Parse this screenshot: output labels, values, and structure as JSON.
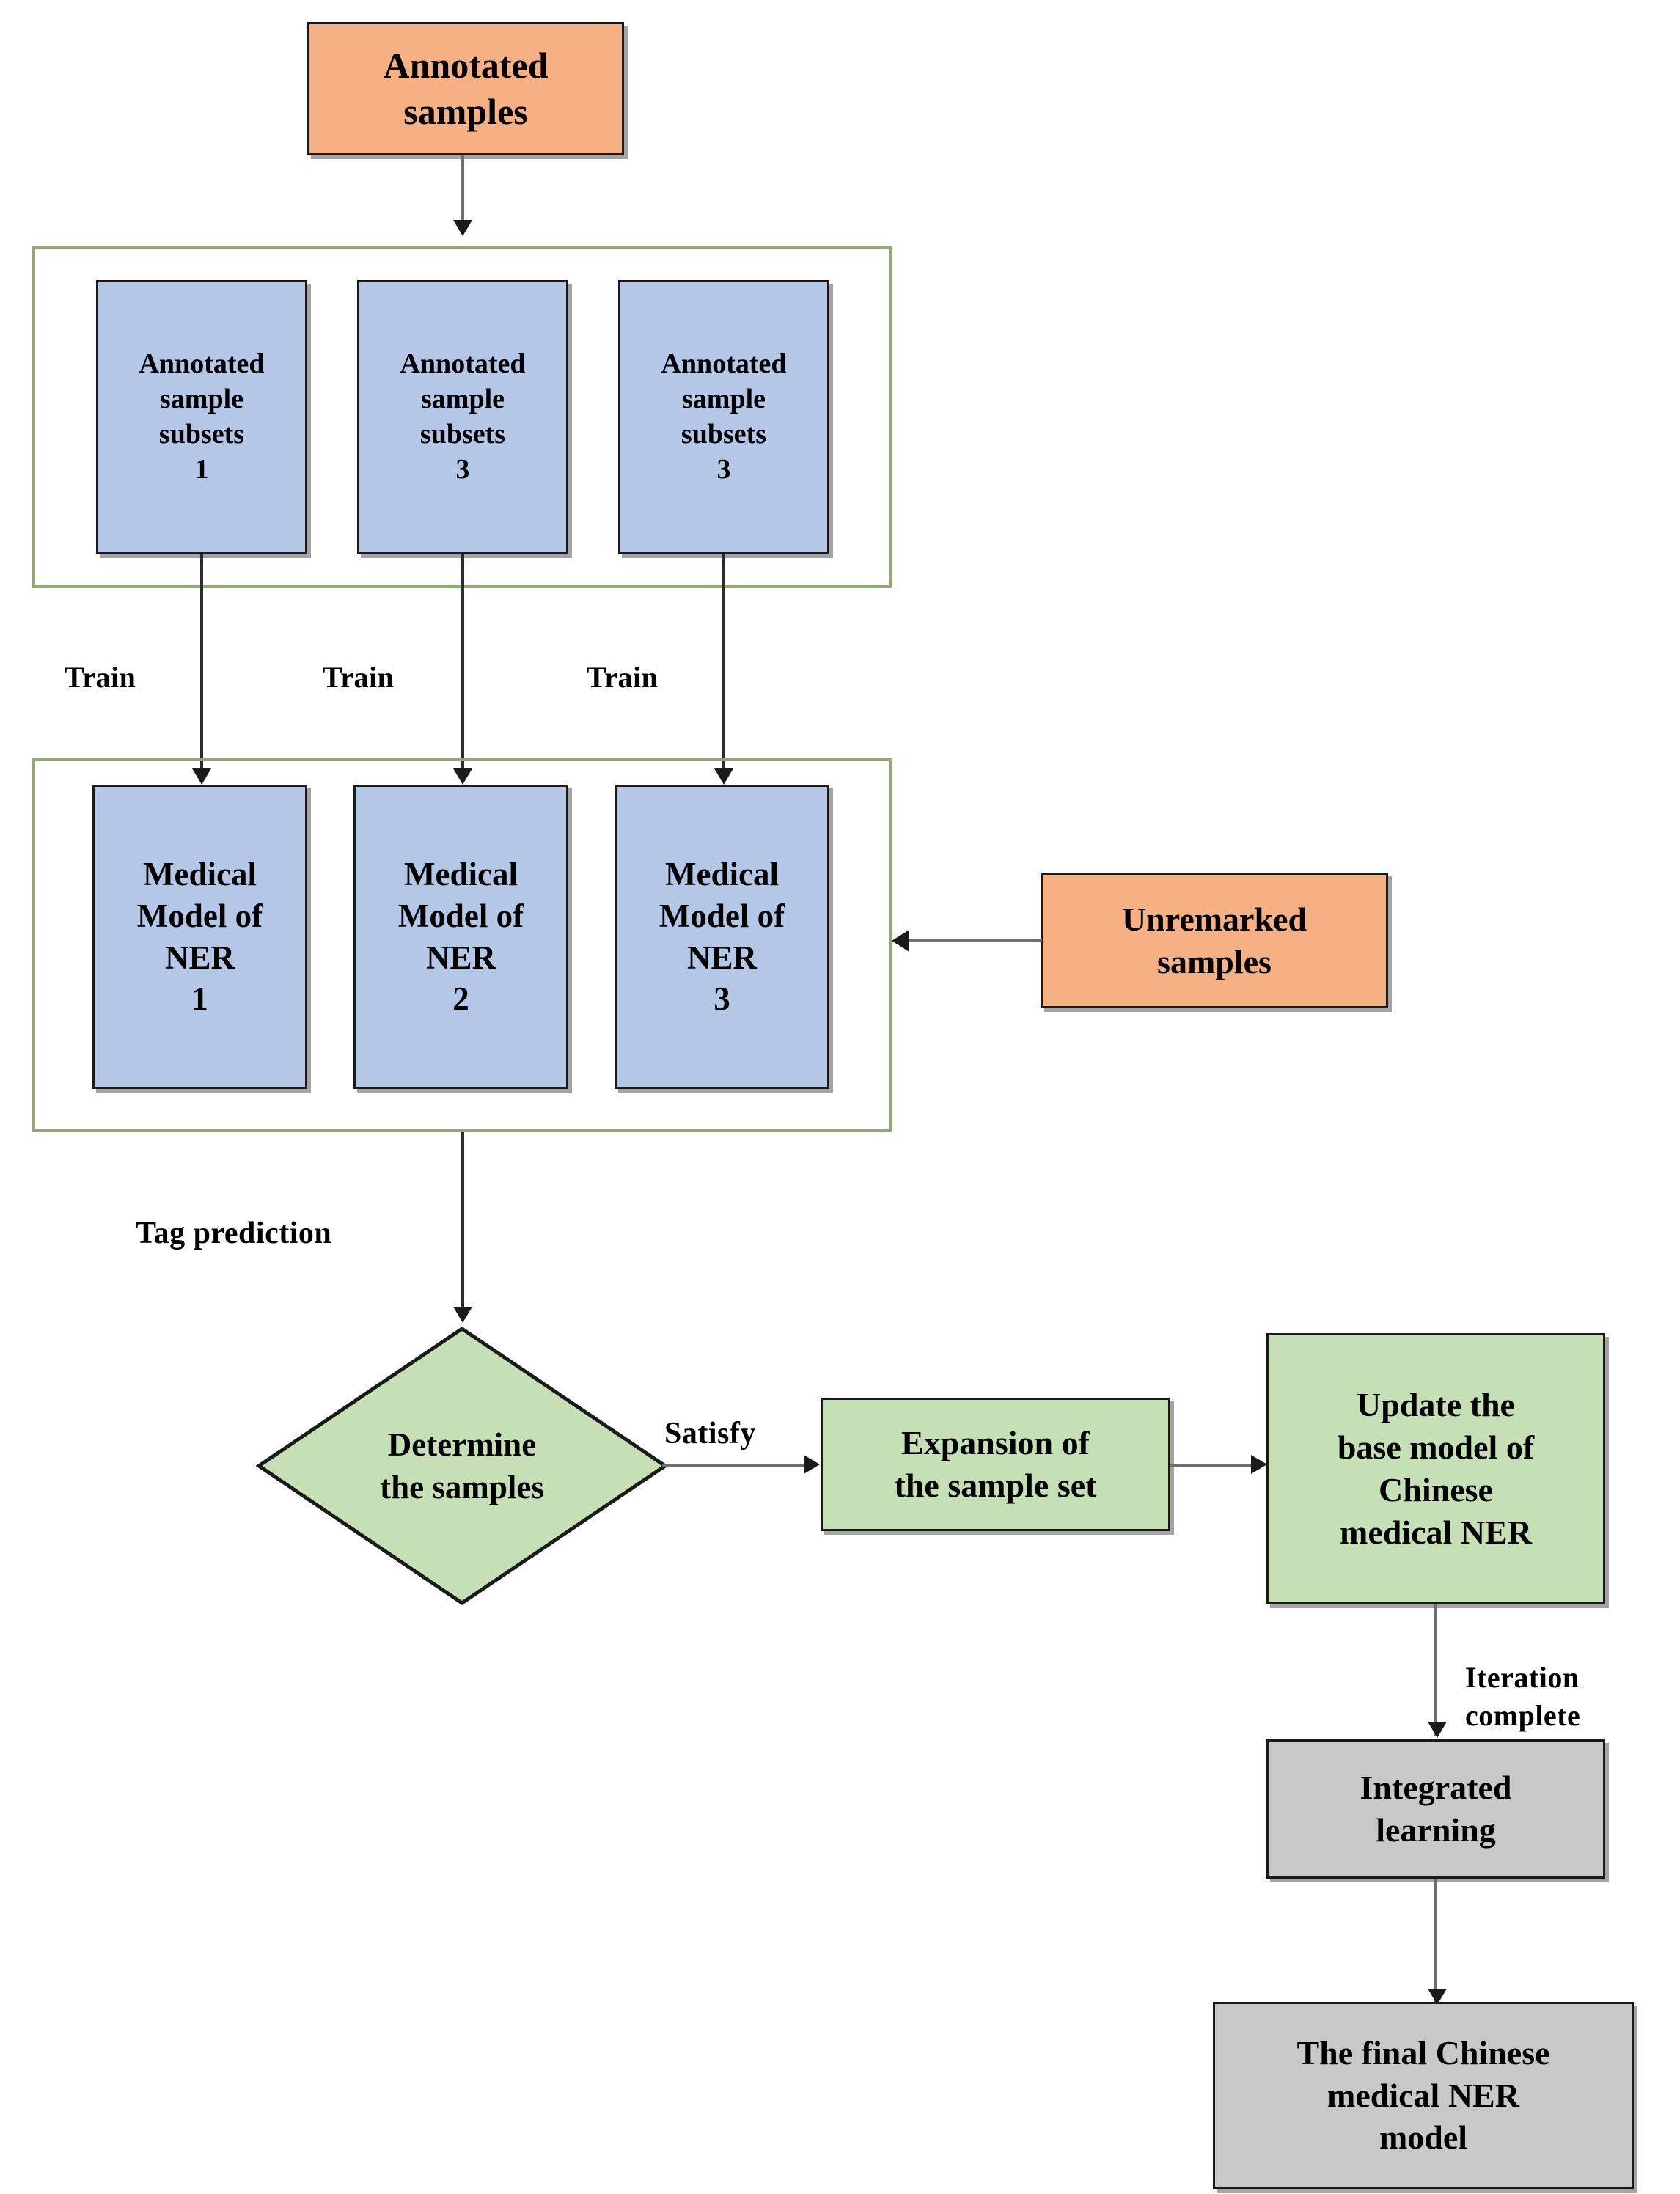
{
  "diagram": {
    "title": "Chinese medical NER self-training flowchart",
    "colors": {
      "orange_fill": "#F5B183",
      "blue_fill": "#B4C7E7",
      "green_fill": "#C5E0B4",
      "gray_fill": "#C8C8C8",
      "group_border": "#8FAA72",
      "node_border": "#1A1A1A",
      "connector": "#2B2B2B"
    },
    "nodes": {
      "annotated_samples": {
        "lines": [
          "Annotated",
          "samples"
        ]
      },
      "subset_1": {
        "lines": [
          "Annotated",
          "sample",
          "subsets",
          "1"
        ]
      },
      "subset_2": {
        "lines": [
          "Annotated",
          "sample",
          "subsets",
          "3"
        ]
      },
      "subset_3": {
        "lines": [
          "Annotated",
          "sample",
          "subsets",
          "3"
        ]
      },
      "model_1": {
        "lines": [
          "Medical",
          "Model of",
          "NER",
          "1"
        ]
      },
      "model_2": {
        "lines": [
          "Medical",
          "Model of",
          "NER",
          "2"
        ]
      },
      "model_3": {
        "lines": [
          "Medical",
          "Model of",
          "NER",
          "3"
        ]
      },
      "unremarked_samples": {
        "lines": [
          "Unremarked",
          "samples"
        ]
      },
      "determine": {
        "lines": [
          "Determine",
          "the samples"
        ]
      },
      "expansion": {
        "lines": [
          "Expansion of",
          "the sample set"
        ]
      },
      "update_base_model": {
        "lines": [
          "Update the",
          "base model of",
          "Chinese",
          "medical NER"
        ]
      },
      "integrated_learning": {
        "lines": [
          "Integrated",
          "learning"
        ]
      },
      "final_model": {
        "lines": [
          "The final Chinese",
          "medical NER",
          "model"
        ]
      }
    },
    "edge_labels": {
      "train_1": "Train",
      "train_2": "Train",
      "train_3": "Train",
      "tag_prediction": "Tag prediction",
      "satisfy": "Satisfy",
      "iteration_complete_line1": "Iteration",
      "iteration_complete_line2": "complete"
    }
  }
}
